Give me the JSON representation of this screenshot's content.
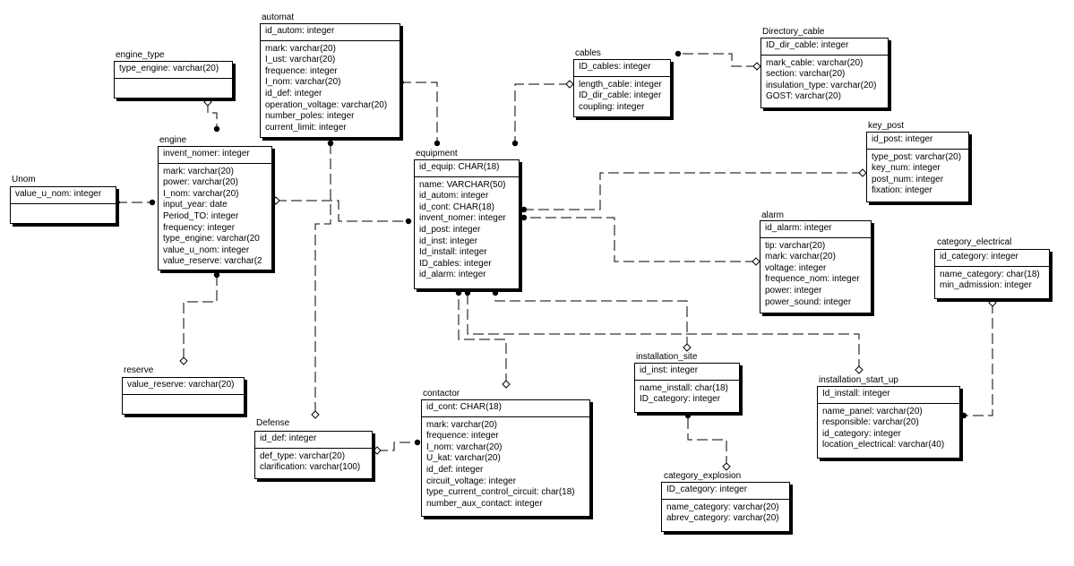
{
  "entities": {
    "automat": {
      "name": "automat",
      "pk": [
        "id_autom: integer"
      ],
      "attrs": [
        "mark: varchar(20)",
        "I_ust: varchar(20)",
        "frequence: integer",
        "I_nom: varchar(20)",
        "id_def: integer",
        "operation_voltage: varchar(20)",
        "number_poles: integer",
        "current_limit: integer"
      ]
    },
    "engine_type": {
      "name": "engine_type",
      "pk": [
        "type_engine: varchar(20)"
      ],
      "attrs": []
    },
    "engine": {
      "name": "engine",
      "pk": [
        "invent_nomer: integer"
      ],
      "attrs": [
        "mark: varchar(20)",
        "power: varchar(20)",
        "I_nom: varchar(20)",
        "input_year: date",
        "Period_TO: integer",
        "frequency: integer",
        "type_engine: varchar(20",
        "value_u_nom: integer",
        "value_reserve: varchar(2"
      ]
    },
    "unom": {
      "name": "Unom",
      "pk": [
        "value_u_nom: integer"
      ],
      "attrs": []
    },
    "reserve": {
      "name": "reserve",
      "pk": [
        "value_reserve: varchar(20)"
      ],
      "attrs": []
    },
    "cables": {
      "name": "cables",
      "pk": [
        "ID_cables: integer"
      ],
      "attrs": [
        "length_cable: integer",
        "ID_dir_cable: integer",
        "coupling: integer"
      ]
    },
    "directory_cable": {
      "name": "Directory_cable",
      "pk": [
        "ID_dir_cable: integer"
      ],
      "attrs": [
        "mark_cable: varchar(20)",
        "section: varchar(20)",
        "insulation_type: varchar(20)",
        "GOST: varchar(20)"
      ]
    },
    "key_post": {
      "name": "key_post",
      "pk": [
        "id_post: integer"
      ],
      "attrs": [
        "type_post: varchar(20)",
        "key_num: integer",
        "post_num: integer",
        "fixation: integer"
      ]
    },
    "equipment": {
      "name": "equipment",
      "pk": [
        "id_equip: CHAR(18)"
      ],
      "attrs": [
        "name: VARCHAR(50)",
        "id_autom: integer",
        "id_cont: CHAR(18)",
        "invent_nomer: integer",
        "id_post: integer",
        "id_inst: integer",
        "Id_install: integer",
        "ID_cables: integer",
        "id_alarm: integer"
      ]
    },
    "alarm": {
      "name": "alarm",
      "pk": [
        "id_alarm: integer"
      ],
      "attrs": [
        "tip: varchar(20)",
        "mark: varchar(20)",
        "voltage: integer",
        "frequence_nom: integer",
        "power: integer",
        "power_sound: integer"
      ]
    },
    "category_electrical": {
      "name": "category_electrical",
      "pk": [
        "id_category: integer"
      ],
      "attrs": [
        "name_category: char(18)",
        "min_admission: integer"
      ]
    },
    "installation_site": {
      "name": "installation_site",
      "pk": [
        "id_inst: integer"
      ],
      "attrs": [
        "name_install: char(18)",
        "ID_category: integer"
      ]
    },
    "installation_start_up": {
      "name": "installation_start_up",
      "pk": [
        "Id_install: integer"
      ],
      "attrs": [
        "name_panel: varchar(20)",
        "responsible: varchar(20)",
        "id_category: integer",
        "location_electrical: varchar(40)"
      ]
    },
    "contactor": {
      "name": "contactor",
      "pk": [
        "id_cont: CHAR(18)"
      ],
      "attrs": [
        "mark: varchar(20)",
        "frequence: integer",
        "I_nom: varchar(20)",
        "U_kat: varchar(20)",
        "id_def: integer",
        "circuit_voltage: integer",
        "type_current_control_circuit: char(18)",
        "number_aux_contact: integer"
      ]
    },
    "defense": {
      "name": "Defense",
      "pk": [
        "id_def: integer"
      ],
      "attrs": [
        "def_type: varchar(20)",
        "clarification: varchar(100)"
      ]
    },
    "category_explosion": {
      "name": "category_explosion",
      "pk": [
        "ID_category: integer"
      ],
      "attrs": [
        "name_category: varchar(20)",
        "abrev_category: varchar(20)"
      ]
    }
  }
}
